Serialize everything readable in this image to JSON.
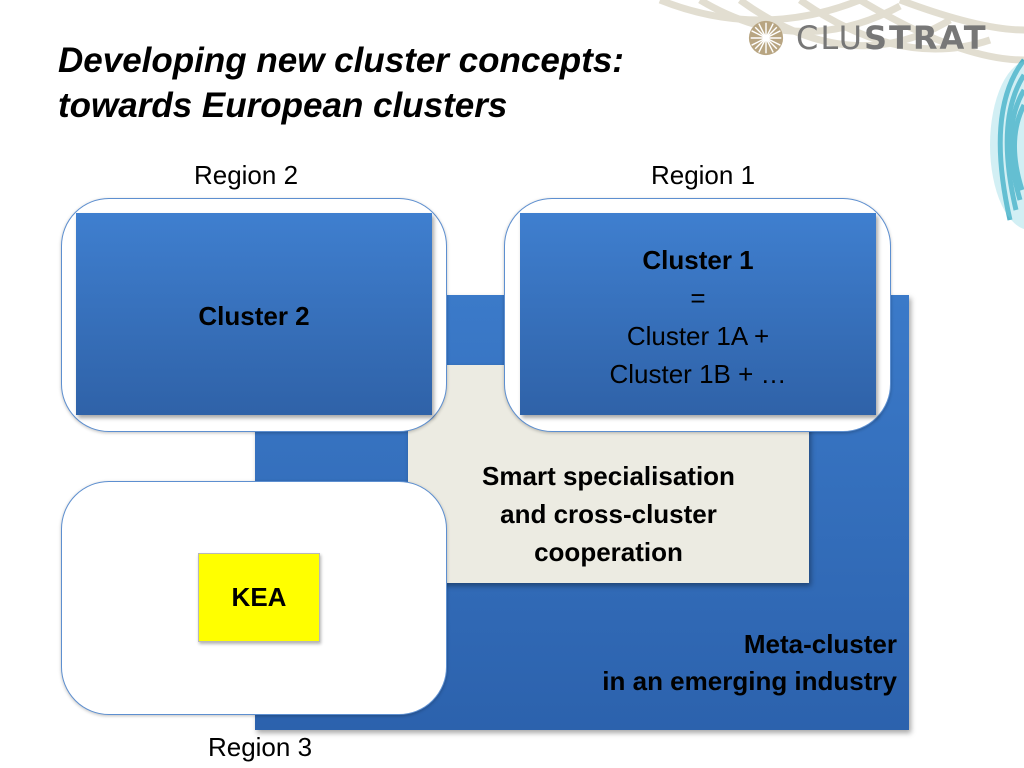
{
  "slide": {
    "title_line1": "Developing new cluster concepts:",
    "title_line2": "towards European clusters"
  },
  "logo": {
    "icon": "clustrat-rosette-icon",
    "text_thin": "CLU",
    "text_bold": "STRAT"
  },
  "regions": {
    "region2": "Region 2",
    "region1": "Region 1",
    "region3": "Region 3"
  },
  "clusters": {
    "cluster2": "Cluster 2",
    "cluster1_title": "Cluster 1",
    "cluster1_eq": "=",
    "cluster1_line_a": "Cluster 1A +",
    "cluster1_line_b": "Cluster 1B + …"
  },
  "smart": {
    "line1": "Smart specialisation",
    "line2": "and cross-cluster",
    "line3": "cooperation"
  },
  "meta": {
    "line1": "Meta-cluster",
    "line2": "in an emerging industry"
  },
  "kea": "KEA",
  "colors": {
    "accent_blue": "#2f62a8",
    "kea_yellow": "#ffff00",
    "smart_beige": "#ecebe2",
    "deco_teal": "#3aa9c2"
  }
}
